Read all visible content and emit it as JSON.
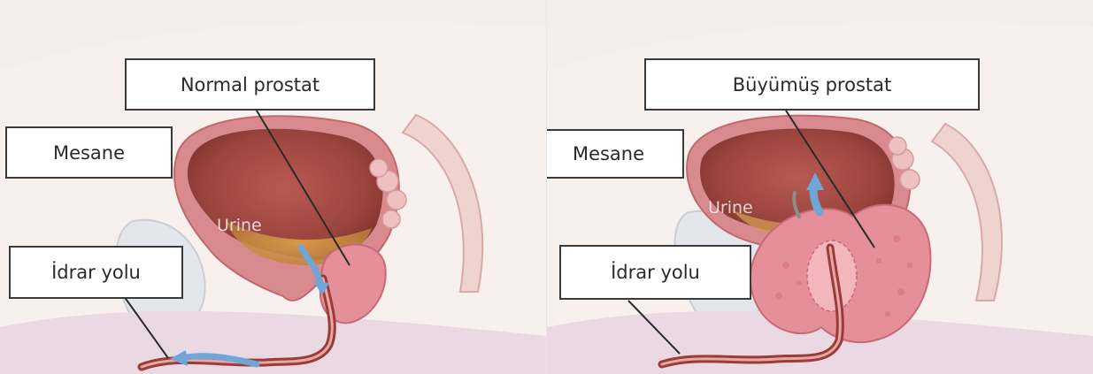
{
  "left_panel": {
    "title_label": "Normal prostat",
    "bladder_label": "Mesane",
    "urethra_label": "İdrar yolu",
    "urine_label": "Urine"
  },
  "right_panel": {
    "title_label": "Büyümüş prostat",
    "bladder_label": "Mesane",
    "urethra_label": "İdrar yolu",
    "urine_label": "Urine"
  },
  "colors": {
    "background": "#f4eeea",
    "bladder_wall": "#d98a8e",
    "bladder_inner": "#8e3a36",
    "prostate": "#e48f99",
    "urine_arrow": "#6fa6d6",
    "label_border": "#3a3a3a"
  }
}
